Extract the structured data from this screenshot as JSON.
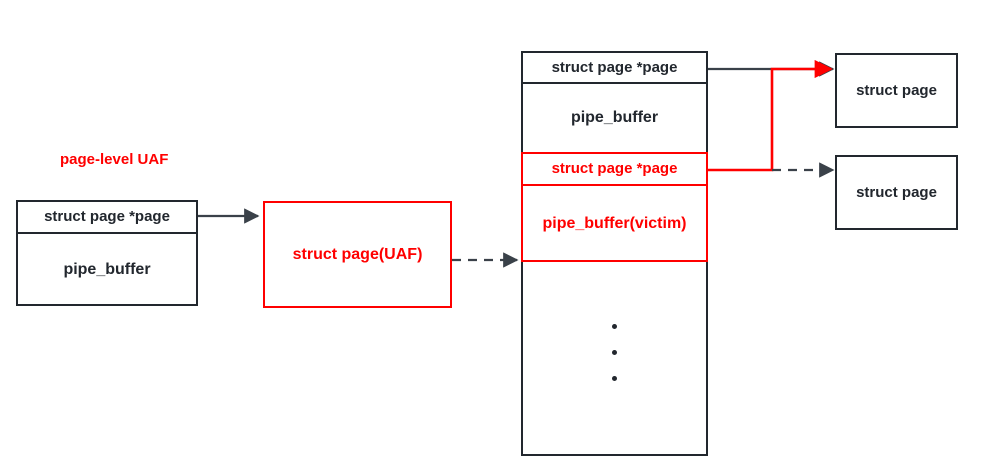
{
  "diagram": {
    "title_label": "page-level UAF",
    "colors": {
      "black": "#22272e",
      "red": "#ff0000",
      "background": "#ffffff"
    },
    "left_struct": {
      "header": "struct page *page",
      "body": "pipe_buffer"
    },
    "uaf_box": {
      "label": "struct page(UAF)"
    },
    "center_struct": {
      "rows": [
        {
          "label": "struct page *page",
          "kind": "pointer",
          "color": "black"
        },
        {
          "label": "pipe_buffer",
          "kind": "body",
          "color": "black"
        },
        {
          "label": "struct page *page",
          "kind": "pointer",
          "color": "red"
        },
        {
          "label": "pipe_buffer(victim)",
          "kind": "body",
          "color": "red"
        }
      ],
      "ellipsis": "three-vertical-dots"
    },
    "right_pages": [
      {
        "label": "struct page",
        "arrow": "red-solid"
      },
      {
        "label": "struct page",
        "arrow": "black-dashed"
      }
    ],
    "connectors": [
      {
        "name": "left-to-uaf",
        "style": "solid",
        "color": "black"
      },
      {
        "name": "uaf-to-victim",
        "style": "dashed",
        "color": "black"
      },
      {
        "name": "black-page-to-top-struct-page",
        "style": "solid",
        "color": "black"
      },
      {
        "name": "victim-page-to-top-struct-page",
        "style": "solid-elbow",
        "color": "red"
      },
      {
        "name": "elbow-to-bottom-struct-page",
        "style": "dashed",
        "color": "black"
      }
    ]
  }
}
